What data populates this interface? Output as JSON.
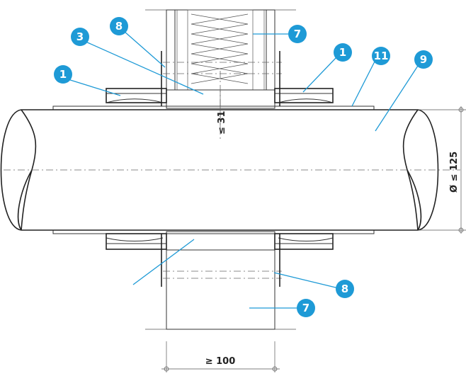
{
  "diagram": {
    "callouts": [
      {
        "id": "c1-left",
        "label": "1"
      },
      {
        "id": "c8-top",
        "label": "8"
      },
      {
        "id": "c3",
        "label": "3"
      },
      {
        "id": "c7-top",
        "label": "7"
      },
      {
        "id": "c1-right",
        "label": "1"
      },
      {
        "id": "c11",
        "label": "11"
      },
      {
        "id": "c9",
        "label": "9"
      },
      {
        "id": "c8-bottom",
        "label": "8"
      },
      {
        "id": "c7-bottom",
        "label": "7"
      }
    ],
    "dimensions": {
      "gap": "≤ 31",
      "diameter": "Ø ≤ 125",
      "wall_thickness": "≥ 100"
    },
    "colors": {
      "callout_fill": "#1e9ad6",
      "line": "#333333",
      "mortar_fill": "#e9e9e9"
    }
  }
}
